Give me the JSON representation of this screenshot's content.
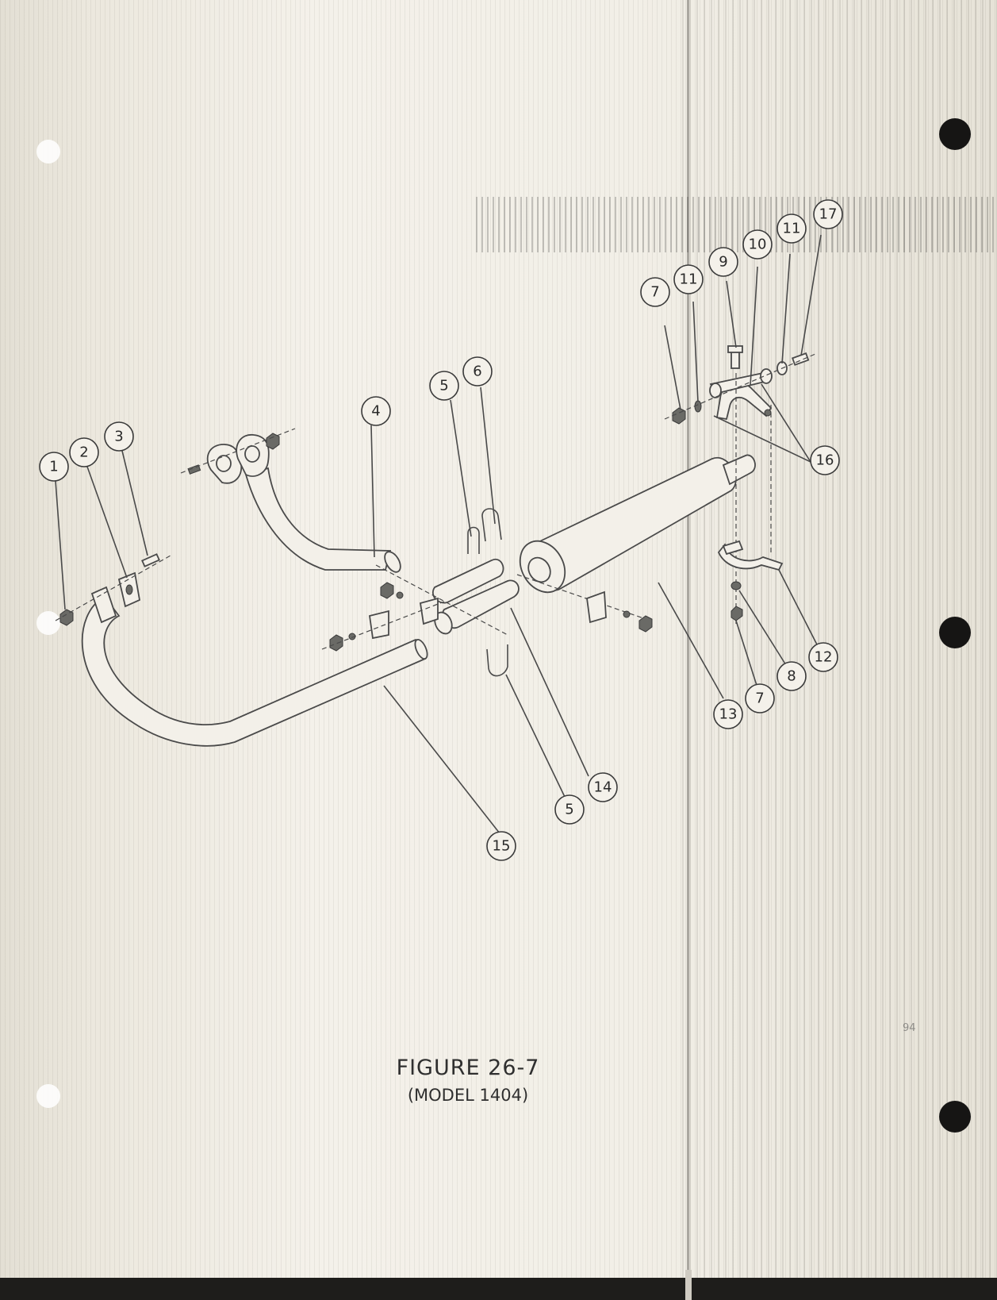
{
  "figure": {
    "title": "FIGURE 26-7",
    "subtitle": "(MODEL 1404)"
  },
  "margin_mark": "94",
  "callouts": [
    {
      "id": "c1",
      "label": "1"
    },
    {
      "id": "c2",
      "label": "2"
    },
    {
      "id": "c3",
      "label": "3"
    },
    {
      "id": "c4",
      "label": "4"
    },
    {
      "id": "c5a",
      "label": "5"
    },
    {
      "id": "c5b",
      "label": "5"
    },
    {
      "id": "c6",
      "label": "6"
    },
    {
      "id": "c7a",
      "label": "7"
    },
    {
      "id": "c7b",
      "label": "7"
    },
    {
      "id": "c8",
      "label": "8"
    },
    {
      "id": "c9",
      "label": "9"
    },
    {
      "id": "c10",
      "label": "10"
    },
    {
      "id": "c11a",
      "label": "11"
    },
    {
      "id": "c11b",
      "label": "11"
    },
    {
      "id": "c12",
      "label": "12"
    },
    {
      "id": "c13",
      "label": "13"
    },
    {
      "id": "c14",
      "label": "14"
    },
    {
      "id": "c15",
      "label": "15"
    },
    {
      "id": "c16",
      "label": "16"
    },
    {
      "id": "c17",
      "label": "17"
    }
  ],
  "colors": {
    "paper": "#f2efe7",
    "ink": "#3a3a3a",
    "binder_hole": "#161514"
  }
}
